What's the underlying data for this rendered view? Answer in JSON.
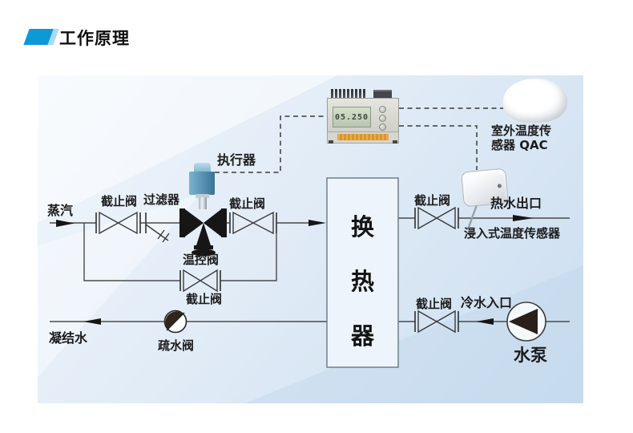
{
  "header": {
    "title": "工作原理"
  },
  "panel": {
    "controller": {
      "display": "05.250"
    },
    "labels": {
      "steam": "蒸汽",
      "stop_valve_1": "截止阀",
      "filter": "过滤器",
      "actuator": "执行器",
      "stop_valve_2": "截止阀",
      "temp_control_valve": "温控阀",
      "bypass_stop_valve": "截止阀",
      "heat_exchanger_chars": [
        "换",
        "热",
        "器"
      ],
      "outdoor_sensor_lines": [
        "室外温度传",
        "感器 QAC"
      ],
      "hot_stop_valve": "截止阀",
      "hot_water_outlet": "热水出口",
      "immersion_sensor": "浸入式温度传感器",
      "cold_stop_valve": "截止阀",
      "cold_water_inlet": "冷水入口",
      "water_pump": "水泵",
      "condensate": "凝结水",
      "steam_trap": "疏水阀"
    },
    "colors": {
      "accent_blue": "#0c99d6",
      "accent_blue_light": "#a6dbf3",
      "panel_bg": "#dce9f5",
      "line": "#4a4a4a",
      "valve_black": "#161616",
      "pump_fill": "#2a2019",
      "actuator_teal": "#4c87a8",
      "lcd_green": "#c7d2bd",
      "terminal_orange": "#eaa73f"
    }
  }
}
